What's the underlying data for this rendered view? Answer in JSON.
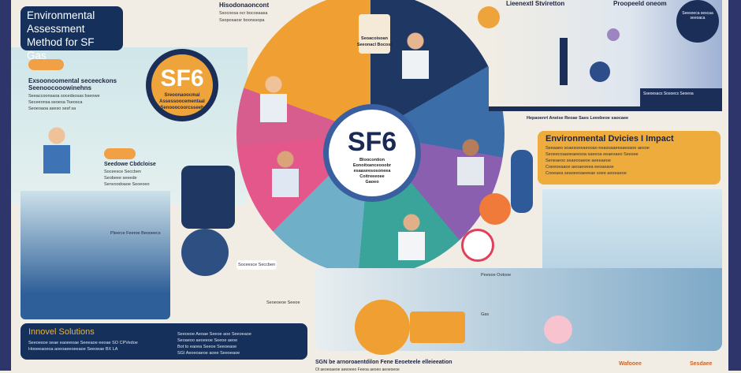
{
  "header": {
    "title": "Environmental Assessment Method for SF Gas",
    "top_strip": [
      "Hisodonaoncont",
      "Ssocoosa ocr bocosaasa",
      "Ssoposaosr boonssopa"
    ]
  },
  "left_section": {
    "heading": "Exsoonoomental seceeckons",
    "subheading": "Seenoocooowinehns",
    "lines": [
      "Seeaccoonsaoa socedsosas bseowe",
      "Seceeonsa seoesa Tseosca",
      "Seoeoaoa aseso sesf sa"
    ]
  },
  "sf6_badge": {
    "label": "SF6",
    "sub_lines": [
      "Sreoonaoocmal",
      "Assessoocementaal",
      "Senooocoorcsseeh"
    ]
  },
  "left_mid": {
    "heading": "Seedowe Cbdcloise",
    "lines": [
      "Soceesce Seccben",
      "Seobeee seeede",
      "Senvoodoaoe Seoeoeo"
    ],
    "industrial_label": "Pleerce Feeroe Beooeecs"
  },
  "center": {
    "label": "SF6",
    "sub_lines": [
      "Bloocontion",
      "Eonoitxanceooobr",
      "esaaseesosoneea",
      "Coitreeeoee",
      "Gaoeo"
    ],
    "top_label": "Seoacoisoan Seeonacl Bocost"
  },
  "right_top": {
    "left_heading": "Lieenextl Stviretton",
    "right_heading": "Proopeeld oneom",
    "circle_text": "Seesoeca sescaa seeoaca",
    "bar_text": "Sseoesacs Sosoecs Seoeoa"
  },
  "impact": {
    "intro": "Hepaoenrt Aneise Reoae Saes Leeebeoe saocaee",
    "title": "Environmental Dvicies I Impact",
    "lines": [
      "Seeaaeo soaesoeeaeooao eeasoaaeesaesaoe aesoe",
      "Seoeecoaaoeaeesoa saeeoa eeaeoaeo Seesee",
      "Seneaeoo seaeooaeoe aeeeaeoe",
      "Coeeoeaaoe aeoaeoeea eeoaeaoe",
      "Cooeaea seaoeeoaeeeae soee aeoeaeoe"
    ]
  },
  "innovations": {
    "title": "Innovel Solutions",
    "lines": [
      "Seeoesoe seae eaoeeoae Seeeaoe eeoae SO CPVedoe",
      "Hooeeaoeoa aoeoaeeoeeaoe Seeoeae BX LA"
    ],
    "right_lines": [
      "Seeoeoe Aeoae Seeoe aoe Seeoeaoe",
      "Seoaeoo aeoeeoe Seeoe aeoe",
      "Bot to eaoea Seeoe Seeoeaoe",
      "SGI Aeoeoaeoe aoee Seeoeaoe"
    ]
  },
  "bottom": {
    "caption": "SGN be arnoroaentdilon Fene Eeoeteele elleieeation",
    "caption_sub": "Ol aeoeoaeoe aeeoeeo Feeoa aeoeo aeoeoeoe",
    "logos": [
      "Wafooee",
      "Sesdaee"
    ],
    "mid_labels": [
      "Peesoe Ootooe",
      "Seoeoeoe Seeoe"
    ],
    "gas_label": "Gas"
  },
  "colors": {
    "navy": "#15305a",
    "orange": "#eeac3c",
    "border": "#2e356b",
    "cream": "#f1ede4"
  }
}
